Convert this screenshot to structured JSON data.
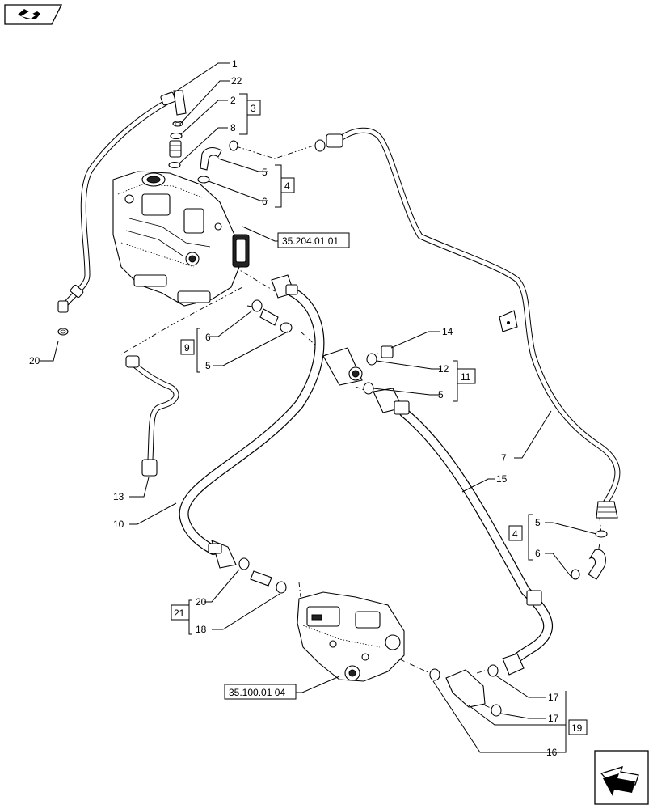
{
  "callouts": {
    "c1": "1",
    "c22": "22",
    "c2": "2",
    "c3": "3",
    "c8": "8",
    "c5a": "5",
    "c4a": "4",
    "c6a": "6",
    "ref_pump": "35.204.01 01",
    "c20a": "20",
    "c9": "9",
    "c6b": "6",
    "c5b": "5",
    "c14": "14",
    "c12": "12",
    "c11": "11",
    "c5c": "5",
    "c13": "13",
    "c10": "10",
    "c7": "7",
    "c15": "15",
    "c4b": "4",
    "c5d": "5",
    "c6c": "6",
    "c21": "21",
    "c20b": "20",
    "c18": "18",
    "ref_valve": "35.100.01 04",
    "c17a": "17",
    "c17b": "17",
    "c19": "19",
    "c16": "16"
  },
  "icons": {
    "top_left": "book-arrow-icon",
    "bottom_right": "next-page-arrow-icon"
  }
}
